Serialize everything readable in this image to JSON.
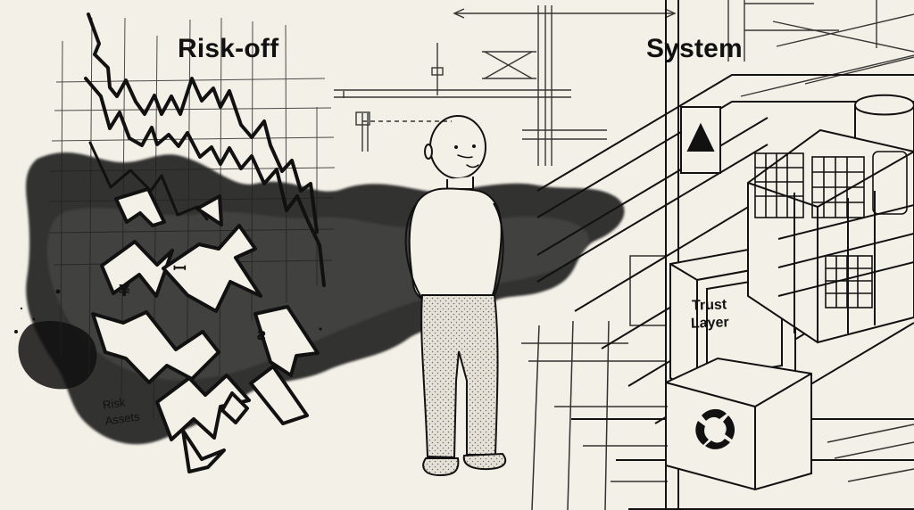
{
  "scene": {
    "labels": {
      "risk_off": "Risk-off",
      "system": "System",
      "risk_assets": "Risk\nAssets",
      "trust_layer": "Trust\nLayer"
    },
    "symbols": {
      "yen": "¥",
      "left_glyph": "ꟷ",
      "right_glyph": "ƨ"
    },
    "colors": {
      "paper": "#f3f0e7",
      "ink": "#111111",
      "wash_dark": "#1a1a1a",
      "wash_mid": "#5d5d5d"
    },
    "icons": [
      "person-icon",
      "falling-chart-icon",
      "ink-splash-icon",
      "arrow-triangle-icon",
      "network-logo-icon",
      "grid-cube-icon"
    ]
  }
}
